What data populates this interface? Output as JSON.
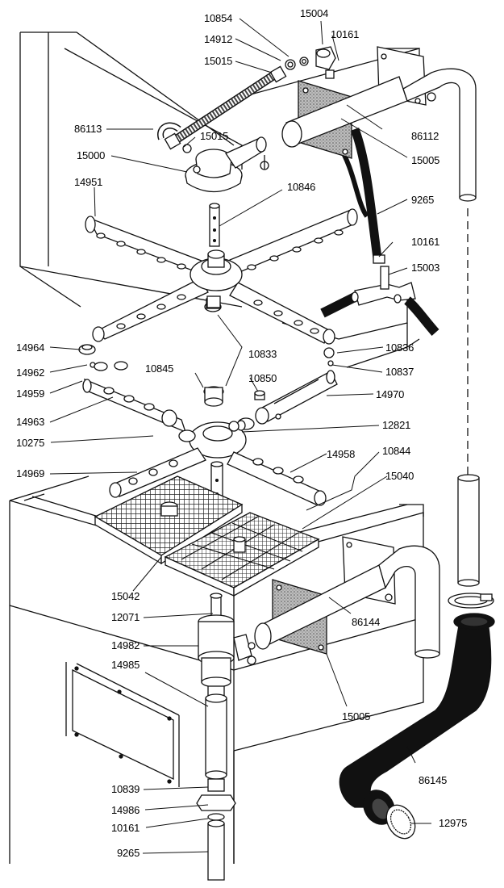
{
  "diagram": {
    "part_numbers": {
      "p10854": "10854",
      "p15004": "15004",
      "p10161a": "10161",
      "p14912": "14912",
      "p15015a": "15015",
      "p86113": "86113",
      "p15015b": "15015",
      "p86112": "86112",
      "p15000": "15000",
      "p15005a": "15005",
      "p14951": "14951",
      "p10846": "10846",
      "p9265a": "9265",
      "p10161b": "10161",
      "p15003": "15003",
      "p14964": "14964",
      "p10833": "10833",
      "p10836": "10836",
      "p14962": "14962",
      "p10845": "10845",
      "p10850": "10850",
      "p10837": "10837",
      "p14959": "14959",
      "p14970": "14970",
      "p14963": "14963",
      "p12821": "12821",
      "p10275": "10275",
      "p10844": "10844",
      "p14958": "14958",
      "p14969": "14969",
      "p15040": "15040",
      "p15042": "15042",
      "p12071": "12071",
      "p86144": "86144",
      "p14982": "14982",
      "p14985": "14985",
      "p15005b": "15005",
      "p86145": "86145",
      "p10839": "10839",
      "p14986": "14986",
      "p12975": "12975",
      "p10161c": "10161",
      "p9265b": "9265"
    }
  }
}
